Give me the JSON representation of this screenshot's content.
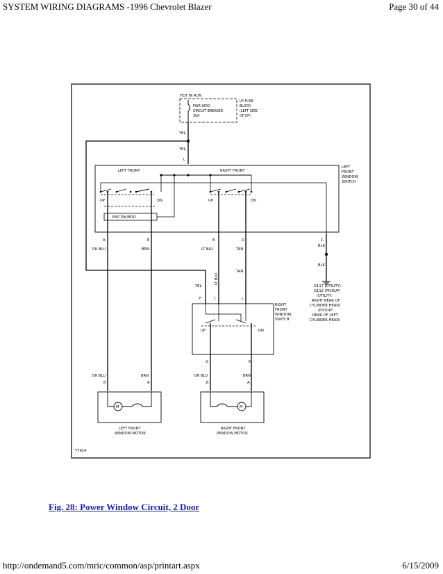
{
  "header": {
    "title": "SYSTEM WIRING DIAGRAMS -1996 Chevrolet Blazer",
    "page": "Page 30 of 44"
  },
  "footer": {
    "url": "http://ondemand5.com/mric/common/asp/printart.aspx",
    "date": "6/15/2009"
  },
  "caption": "Fig. 28: Power Window Circuit, 2 Door",
  "diagram": {
    "art_id": "77914",
    "fuse": {
      "hot_in_run": "HOT IN RUN",
      "breaker": [
        "PWR WDO",
        "CIRCUIT BREAKER",
        "30A"
      ],
      "block": [
        "I/P FUSE",
        "BLOCK",
        "(LEFT SIDE",
        "OF I/P)"
      ]
    },
    "wires": {
      "yel_1": "YEL",
      "yel_2": "YEL",
      "yel_3": "YEL",
      "dk_blu": "DK BLU",
      "brn": "BRN",
      "lt_blu": "LT BLU",
      "tan": "TAN",
      "blk_1": "BLK",
      "blk_2": "BLK",
      "lt_blu_vert": "LT BLU",
      "tan_2": "TAN",
      "dk_blu_2": "DK BLU",
      "brn_2": "BRN",
      "dk_blu_3": "DK BLU",
      "brn_3": "BRN"
    },
    "pins": {
      "l1": "L",
      "a": "A",
      "e": "E",
      "b": "B",
      "d": "D",
      "c": "C",
      "f": "F",
      "j": "J",
      "l2": "L",
      "g": "G",
      "k": "K",
      "lm_b": "B",
      "lm_a": "A",
      "rm_b": "B",
      "rm_a": "A"
    },
    "left_switch": {
      "label": [
        "LEFT",
        "FRONT",
        "WINDOW",
        "SWITCH"
      ],
      "left_front": "LEFT FRONT",
      "right_front": "RIGHT FRONT",
      "up_1": "UP",
      "dn_1": "DN",
      "up_2": "UP",
      "dn_2": "DN",
      "module": "EXP DN MOD"
    },
    "right_switch": {
      "label": [
        "RIGHT",
        "FRONT",
        "WINDOW",
        "SWITCH"
      ],
      "up": "UP",
      "dn": "DN"
    },
    "ground": [
      "G117 (UTILITY)",
      "G112 (PICKUP)",
      "(UTILITY:",
      "RIGHT REAR OF",
      "CYLINDER HEAD)",
      "(PICKUP:",
      "REAR OF LEFT",
      "CYLINDER HEAD)"
    ],
    "motors": {
      "left": [
        "LEFT FRONT",
        "WINDOW MOTOR"
      ],
      "right": [
        "RIGHT FRONT",
        "WINDOW MOTOR"
      ],
      "symbol": "M"
    }
  }
}
